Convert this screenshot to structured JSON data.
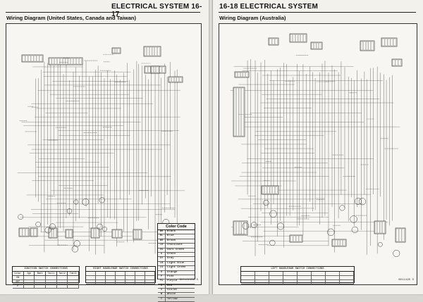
{
  "left_page": {
    "header": "ELECTRICAL SYSTEM 16-17",
    "subtitle": "Wiring Diagram (United States, Canada and Taiwan)",
    "color_code": {
      "title": "Color Code",
      "entries": [
        {
          "code": "BK",
          "name": "Black"
        },
        {
          "code": "BL",
          "name": "Blue"
        },
        {
          "code": "BR",
          "name": "Brown"
        },
        {
          "code": "CH",
          "name": "Chocolate"
        },
        {
          "code": "DG",
          "name": "Dark Green"
        },
        {
          "code": "G",
          "name": "Green"
        },
        {
          "code": "GY",
          "name": "Gray"
        },
        {
          "code": "LB",
          "name": "Light Blue"
        },
        {
          "code": "LG",
          "name": "Light Green"
        },
        {
          "code": "O",
          "name": "Orange"
        },
        {
          "code": "P",
          "name": "Pink"
        },
        {
          "code": "PU",
          "name": "Purple"
        },
        {
          "code": "R",
          "name": "Red"
        },
        {
          "code": "V",
          "name": "Violet"
        },
        {
          "code": "W",
          "name": "White"
        },
        {
          "code": "Y",
          "name": "Yellow"
        }
      ]
    },
    "ignition_table": {
      "caption": "IGNITION SWITCH CONNECTIONS",
      "columns": [
        "Color",
        "Ign",
        "Batt",
        "Tail1",
        "Tail2",
        "Tail3"
      ],
      "rows": [
        [
          "ON",
          "",
          "",
          "",
          "",
          ""
        ],
        [
          "OFF",
          "",
          "",
          "",
          "",
          ""
        ],
        [
          "P",
          "",
          "",
          "",
          "",
          ""
        ]
      ]
    },
    "right_handlebar_table": {
      "caption": "RIGHT HANDLEBAR SWITCH CONNECTIONS",
      "rows": [
        [
          "",
          "",
          "",
          "",
          "",
          "",
          ""
        ],
        [
          "",
          "",
          "",
          "",
          "",
          "",
          ""
        ],
        [
          "",
          "",
          "",
          "",
          "",
          "",
          ""
        ]
      ]
    },
    "page_code": "BX01024BE S"
  },
  "right_page": {
    "header": "16-18 ELECTRICAL SYSTEM",
    "subtitle": "Wiring Diagram (Australia)",
    "left_handlebar_table": {
      "caption": "LEFT HANDLEBAR SWITCH CONNECTIONS",
      "rows": [
        [
          "",
          "",
          "",
          "",
          "",
          "",
          "",
          ""
        ],
        [
          "",
          "",
          "",
          "",
          "",
          "",
          "",
          ""
        ],
        [
          "",
          "",
          "",
          "",
          "",
          "",
          "",
          ""
        ]
      ]
    },
    "page_code": "BX11195 S"
  }
}
